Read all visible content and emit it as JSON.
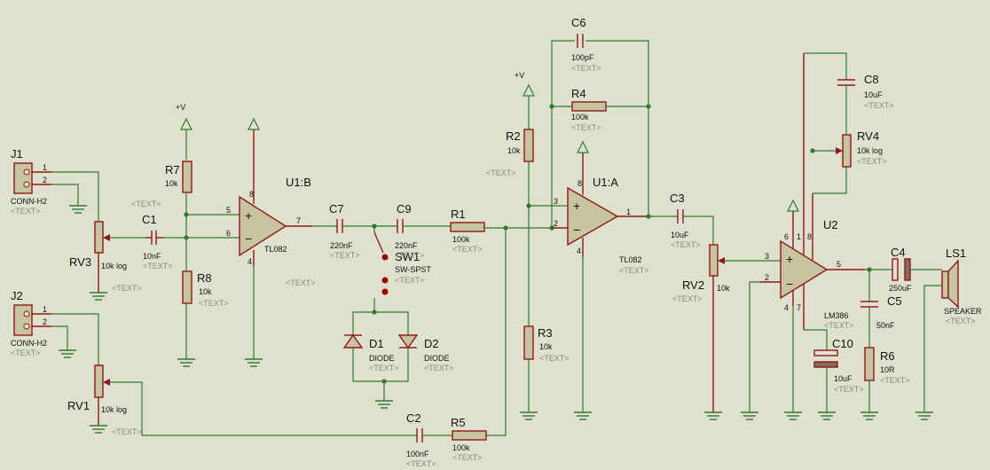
{
  "placeholder": "<TEXT>",
  "power_label": "+V",
  "connectors": [
    {
      "ref": "J1",
      "value": "CONN-H2",
      "pins": [
        "1",
        "2"
      ]
    },
    {
      "ref": "J2",
      "value": "CONN-H2",
      "pins": [
        "1",
        "2"
      ]
    }
  ],
  "opamps": [
    {
      "ref": "U1:B",
      "value": "TL082",
      "pins": [
        "5",
        "6",
        "7",
        "8",
        "4"
      ]
    },
    {
      "ref": "U1:A",
      "value": "TL082",
      "pins": [
        "3",
        "2",
        "1",
        "8",
        "4"
      ]
    },
    {
      "ref": "U2",
      "value": "LM386",
      "pins": [
        "3",
        "2",
        "5",
        "6",
        "1",
        "8",
        "4",
        "7"
      ]
    }
  ],
  "resistors": [
    {
      "ref": "R7",
      "value": "10k"
    },
    {
      "ref": "R8",
      "value": "10k"
    },
    {
      "ref": "R1",
      "value": "100k"
    },
    {
      "ref": "R2",
      "value": "10k"
    },
    {
      "ref": "R3",
      "value": "10k"
    },
    {
      "ref": "R4",
      "value": "100k"
    },
    {
      "ref": "R5",
      "value": "100k"
    },
    {
      "ref": "R6",
      "value": "10R"
    }
  ],
  "capacitors": [
    {
      "ref": "C1",
      "value": "10nF"
    },
    {
      "ref": "C7",
      "value": "220nF"
    },
    {
      "ref": "C9",
      "value": "220nF"
    },
    {
      "ref": "C6",
      "value": "100pF"
    },
    {
      "ref": "C3",
      "value": "10uF"
    },
    {
      "ref": "C8",
      "value": "10uF"
    },
    {
      "ref": "C4",
      "value": "250uF"
    },
    {
      "ref": "C5",
      "value": "50nF"
    },
    {
      "ref": "C10",
      "value": "10uF"
    },
    {
      "ref": "C2",
      "value": "100nF"
    }
  ],
  "potentiometers": [
    {
      "ref": "RV3",
      "value": "10k log"
    },
    {
      "ref": "RV1",
      "value": "10k log"
    },
    {
      "ref": "RV2",
      "value": "10k"
    },
    {
      "ref": "RV4",
      "value": "10k log"
    }
  ],
  "switch": {
    "ref": "SW1",
    "value": "SW-SPST"
  },
  "diodes": [
    {
      "ref": "D1",
      "value": "DIODE"
    },
    {
      "ref": "D2",
      "value": "DIODE"
    }
  ],
  "speaker": {
    "ref": "LS1",
    "value": "SPEAKER"
  }
}
